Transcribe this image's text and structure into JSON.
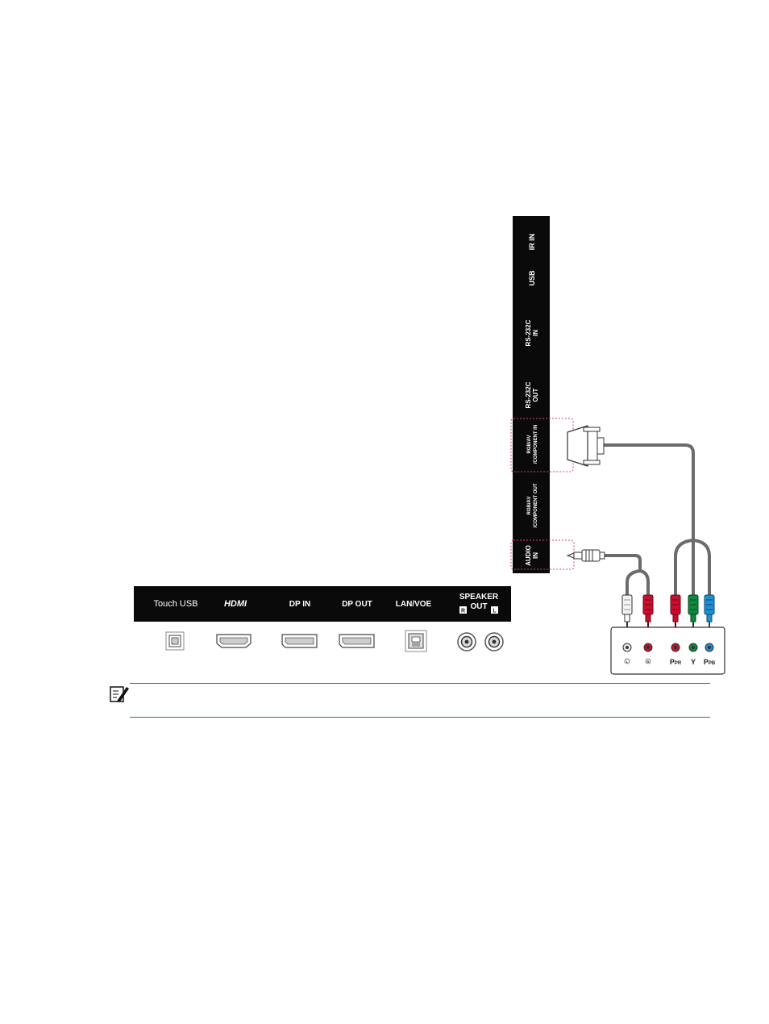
{
  "bottom_panel": {
    "labels": [
      {
        "id": "touch-usb",
        "text": "Touch  USB"
      },
      {
        "id": "hdmi",
        "text": "HDMI"
      },
      {
        "id": "dp-in",
        "text": "DP IN"
      },
      {
        "id": "dp-out",
        "text": "DP OUT"
      },
      {
        "id": "lan-voe",
        "text": "LAN/VOE"
      }
    ],
    "speaker": {
      "line1": "SPEAKER",
      "line2": "OUT",
      "right_badge": "R",
      "left_badge": "L"
    }
  },
  "side_panel": {
    "labels": [
      {
        "id": "ir-in",
        "lines": [
          "IR IN"
        ]
      },
      {
        "id": "usb",
        "lines": [
          "USB"
        ]
      },
      {
        "id": "rs232c-in",
        "lines": [
          "RS-232C",
          "IN"
        ]
      },
      {
        "id": "rs232c-out",
        "lines": [
          "RS-232C",
          "OUT"
        ]
      },
      {
        "id": "rgb-av-component-in",
        "lines": [
          "RGB/AV",
          "/COMPONENT IN"
        ]
      },
      {
        "id": "rgb-av-component-out",
        "lines": [
          "RGB/AV",
          "/COMPONENT OUT"
        ]
      },
      {
        "id": "audio-in",
        "lines": [
          "AUDIO",
          "IN"
        ]
      }
    ]
  },
  "source_device": {
    "jacks": [
      {
        "id": "audio-l",
        "label": "L",
        "color": "#e8e8e8"
      },
      {
        "id": "audio-r",
        "label": "R",
        "color": "#c8102e"
      },
      {
        "id": "pr",
        "label": "PR",
        "color": "#c8102e"
      },
      {
        "id": "y",
        "label": "Y",
        "color": "#0e8a3c"
      },
      {
        "id": "pb",
        "label": "PB",
        "color": "#1f8fd0"
      }
    ]
  },
  "colors": {
    "panel": "#0a0a0a",
    "cable": "#6b6b6b",
    "highlight_border": "#d1475f",
    "note_rule": "#1a7a80"
  }
}
